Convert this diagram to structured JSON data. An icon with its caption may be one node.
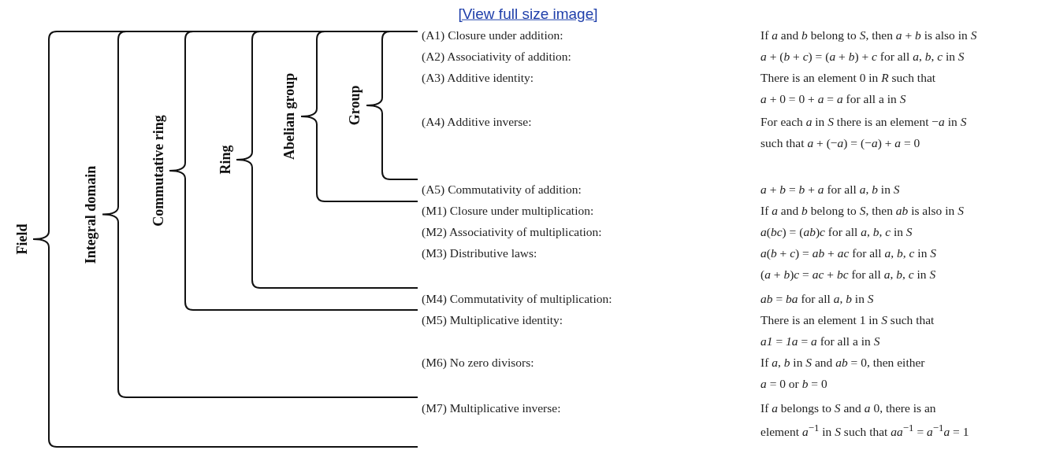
{
  "diagram": {
    "labels": [
      "[View full size image]",
      "Field",
      "Integral domain",
      "Commutative ring",
      "Ring",
      "Abelian group",
      "Group",
      "(A1) Closure under addition:",
      "If *a* and *b* belong to *S*, then *a* + *b* is also in *S*",
      "(A2) Associativity of addition:",
      "*a* + (*b* + *c*) = (*a* + *b*) + *c* for all *a*, *b*, *c* in *S*",
      "(A3) Additive identity:",
      "There is an element 0 in *R* such that",
      "*a* + 0 = 0 + *a* = *a* for all a in *S*",
      "(A4) Additive inverse:",
      "For each *a* in *S* there is an element −*a* in *S*",
      "such that *a* + (−*a*) = (−*a*) + *a* = 0",
      "(A5) Commutativity of addition:",
      "*a* + *b* = *b* + *a* for all *a*, *b* in *S*",
      "(M1) Closure under multiplication:",
      "If *a* and *b* belong to *S*, then *ab* is also in *S*",
      "(M2) Associativity of multiplication:",
      "*a*(*bc*) = (*ab*)*c* for all *a*, *b*, *c* in *S*",
      "(M3) Distributive laws:",
      "*a*(*b* + *c*) = *ab* + *ac* for all *a*, *b*, *c* in *S*",
      "(*a* + *b*)*c* = *ac* + *bc* for all *a*, *b*, *c* in *S*",
      "(M4) Commutativity of multiplication:",
      "*ab* = *ba* for all *a*, *b* in *S*",
      "(M5) Multiplicative identity:",
      "There is an element 1 in *S* such that",
      "*a1* = *1a* = *a* for all a in *S*",
      "(M6) No zero divisors:",
      "If *a*, *b* in *S* and *ab* = 0, then either",
      "*a* = 0 or *b* = 0",
      "(M7) Multiplicative inverse:",
      "If *a* belongs to *S* and *a*   0, there is an",
      "element *a*$^{−1}$ in *S* such that *aa*$^{−1}$ = *a*$^{−1}$*a* = 1"
    ]
  }
}
